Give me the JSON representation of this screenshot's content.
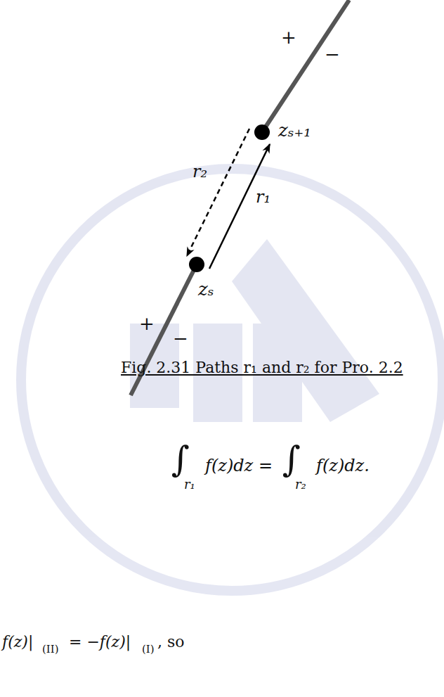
{
  "diagram": {
    "caption": "Fig. 2.31 Paths r₁ and r₂ for Pro. 2.2",
    "labels": [
      "+",
      "−",
      "zₛ₊₁",
      "r₂",
      "r₁",
      "zₛ",
      "+",
      "−",
      "∫",
      "r₁",
      "f(z)dz =",
      "∫",
      "r₂",
      "f(z)dz.",
      "f(z)|",
      "(II)",
      "= −f(z)|",
      "(I)",
      ", so"
    ]
  }
}
